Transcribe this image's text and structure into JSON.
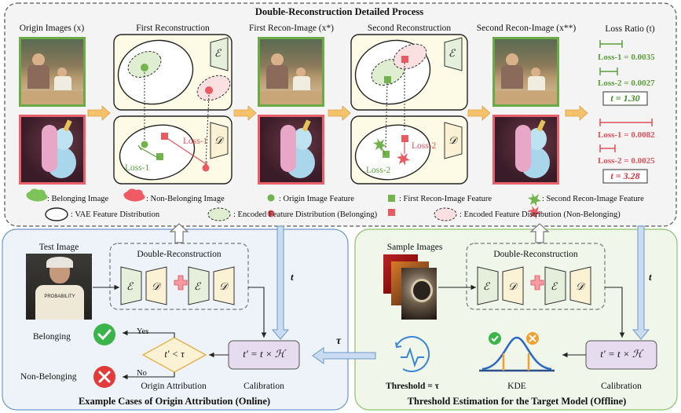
{
  "top": {
    "title": "Double-Reconstruction Detailed Process",
    "col_origin": "Origin Images (x)",
    "col_first_rec": "First Reconstruction",
    "col_first_img": "First Recon-Image (x*)",
    "col_second_rec": "Second Reconstruction",
    "col_second_img": "Second Recon-Image (x**)",
    "col_loss_ratio": "Loss Ratio (t)",
    "loss1_label": "Loss-1",
    "loss2_label": "Loss-2",
    "encoder_symbol": "ℰ",
    "decoder_symbol": "𝒟",
    "green_loss1": "Loss-1 = 0.0035",
    "green_loss2": "Loss-2 = 0.0027",
    "green_t": "t = 1.30",
    "red_loss1": "Loss-1 = 0.0082",
    "red_loss2": "Loss-2 = 0.0025",
    "red_t": "t = 3.28"
  },
  "legend": {
    "belonging_image": ": Belonging Image",
    "non_belonging_image": ": Non-Belonging Image",
    "origin_feature": ": Origin Image Feature",
    "first_recon_feature": ": First Recon-Image Feature",
    "second_recon_feature": ": Second Recon-Image Feature",
    "vae_dist": ": VAE Feature Distribution",
    "enc_belonging": ": Encoded Feature Distribution (Belonging)",
    "enc_non_belonging": ": Encoded Feature Distribution (Non-Belonging)"
  },
  "left_panel": {
    "test_image": "Test Image",
    "double_recon": "Double-Reconstruction",
    "t_label": "t",
    "calibration_formula": "t′ = t × ℋ",
    "calibration": "Calibration",
    "decision": "t′ < τ",
    "yes": "Yes",
    "no": "No",
    "belonging": "Belonging",
    "non_belonging": "Non-Belonging",
    "origin_attribution": "Origin Attribution",
    "caption": "Example Cases of Origin Attribution (Online)",
    "shirt_text": "PROBABILITY"
  },
  "right_panel": {
    "sample_images": "Sample Images",
    "double_recon": "Double-Reconstruction",
    "t_label": "t",
    "calibration_formula": "t′ = t × ℋ",
    "calibration": "Calibration",
    "kde": "KDE",
    "threshold": "Threshold = τ",
    "caption": "Threshold Estimation for the Target Model (Offline)"
  },
  "tau_label": "τ",
  "colors": {
    "green_border": "#6aab48",
    "red_border": "#e8606a",
    "yellow_fill": "#fdfbe6",
    "encoder_fill": "#e4efdc",
    "decoder_fill": "#fbf1d4",
    "arrow_orange": "#f5c26b",
    "calib_fill": "#e6dcef",
    "left_bg": "#eef3f9",
    "right_bg": "#f0f7ea"
  }
}
